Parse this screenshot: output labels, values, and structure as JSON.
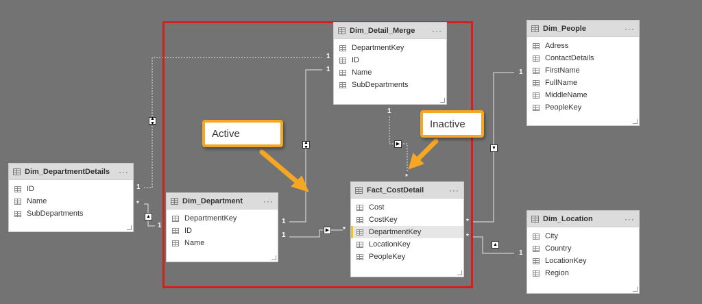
{
  "tables": {
    "dim_departmentdetails": {
      "name": "Dim_DepartmentDetails",
      "more": "···",
      "fields": [
        "ID",
        "Name",
        "SubDepartments"
      ]
    },
    "dim_detail_merge": {
      "name": "Dim_Detail_Merge",
      "more": "···",
      "fields": [
        "DepartmentKey",
        "ID",
        "Name",
        "SubDepartments"
      ]
    },
    "dim_department": {
      "name": "Dim_Department",
      "more": "···",
      "fields": [
        "DepartmentKey",
        "ID",
        "Name"
      ]
    },
    "fact_costdetail": {
      "name": "Fact_CostDetail",
      "more": "···",
      "fields": [
        "Cost",
        "CostKey",
        "DepartmentKey",
        "LocationKey",
        "PeopleKey"
      ],
      "highlighted_field": "DepartmentKey"
    },
    "dim_people": {
      "name": "Dim_People",
      "more": "···",
      "fields": [
        "Adress",
        "ContactDetails",
        "FirstName",
        "FullName",
        "MiddleName",
        "PeopleKey"
      ]
    },
    "dim_location": {
      "name": "Dim_Location",
      "more": "···",
      "fields": [
        "City",
        "Country",
        "LocationKey",
        "Region"
      ]
    }
  },
  "cardinality": {
    "one": "1",
    "many": "*"
  },
  "callouts": {
    "active": "Active",
    "inactive": "Inactive"
  },
  "colors": {
    "canvas": "#737373",
    "highlight_box": "#d51f1f",
    "callout_border": "#f5a623",
    "arrow": "#f5a623",
    "field_highlight": "#f0c419"
  },
  "icons": {
    "table": "table-icon",
    "column": "column-icon",
    "more": "more-options-icon",
    "arrow": "arrow-icon",
    "filter_single": "single-direction-filter-icon",
    "filter_both": "bidirectional-filter-icon"
  }
}
